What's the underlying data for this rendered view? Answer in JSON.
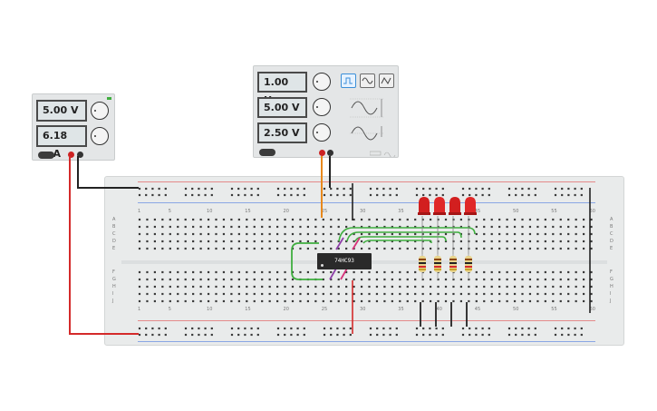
{
  "power_supply": {
    "voltage_display": "5.00 V",
    "current_display": "6.18 mA"
  },
  "function_generator": {
    "frequency_display": "1.00 Hz",
    "amplitude_display": "5.00 V",
    "offset_display": "2.50 V",
    "waveforms": [
      "square",
      "sine",
      "triangle"
    ],
    "selected_waveform": "square"
  },
  "breadboard": {
    "column_labels": [
      "1",
      "5",
      "10",
      "15",
      "20",
      "25",
      "30",
      "35",
      "40",
      "45",
      "50",
      "55",
      "60"
    ],
    "row_labels_top": [
      "A",
      "B",
      "C",
      "D",
      "E"
    ],
    "row_labels_bottom": [
      "F",
      "G",
      "H",
      "I",
      "J"
    ]
  },
  "components": {
    "chip_label": "74HC93",
    "led_count": 4,
    "resistor_count": 4
  },
  "colors": {
    "wire_red": "#d42a2a",
    "wire_black": "#222222",
    "wire_green": "#3fae3f",
    "wire_orange": "#e8891c",
    "wire_purple": "#8e3fa8",
    "wire_pink": "#d6337a",
    "led_red": "#d21f1f",
    "accent_blue": "#3b8fd8"
  }
}
